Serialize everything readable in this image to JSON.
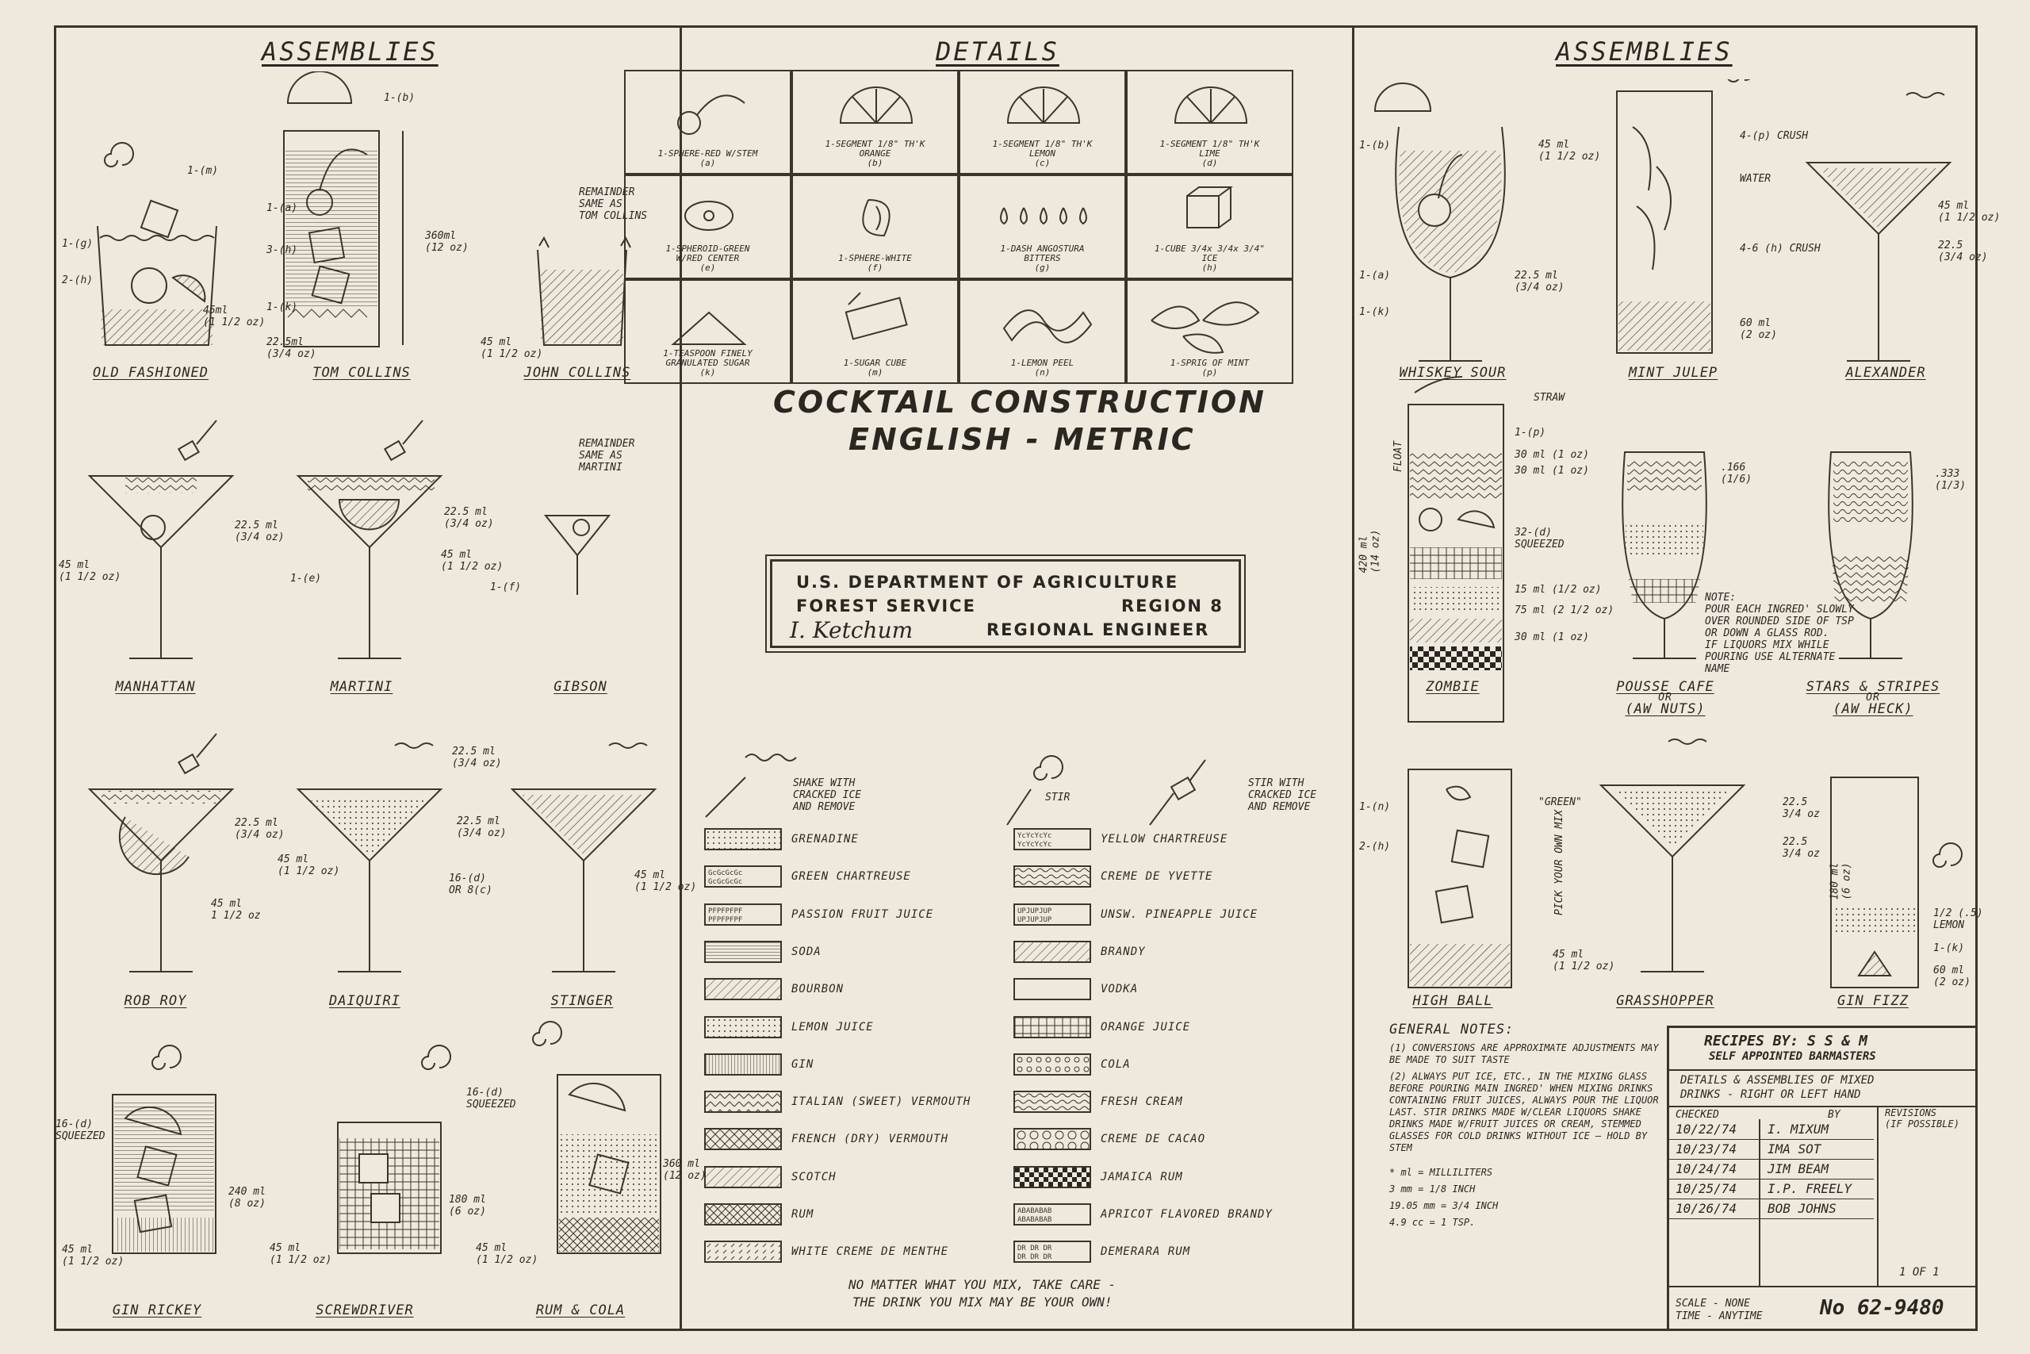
{
  "headers": {
    "left": "ASSEMBLIES",
    "middle": "DETAILS",
    "right": "ASSEMBLIES"
  },
  "left_drinks": {
    "old_fashioned": "OLD FASHIONED",
    "tom_collins": "TOM COLLINS",
    "john_collins": "JOHN COLLINS",
    "manhattan": "MANHATTAN",
    "martini": "MARTINI",
    "gibson": "GIBSON",
    "rob_roy": "ROB ROY",
    "daiquiri": "DAIQUIRI",
    "stinger": "STINGER",
    "gin_rickey": "GIN RICKEY",
    "screwdriver": "SCREWDRIVER",
    "rum_cola": "RUM & COLA"
  },
  "right_drinks": {
    "whiskey_sour": "WHISKEY SOUR",
    "mint_julep": "MINT JULEP",
    "alexander": "ALEXANDER",
    "zombie": "ZOMBIE",
    "pousse_cafe": "POUSSE CAFE",
    "pousse_cafe_sub": "(AW NUTS)",
    "stars_stripes": "STARS & STRIPES",
    "stars_stripes_sub": "(AW HECK)",
    "or": "OR",
    "high_ball": "HIGH BALL",
    "grasshopper": "GRASSHOPPER",
    "gin_fizz": "GIN FIZZ"
  },
  "annotations": {
    "john_collins_note": "REMAINDER\nSAME AS\nTOM COLLINS",
    "gibson_note": "REMAINDER\nSAME AS\nMARTINI",
    "tom_collins_vol": "360ml\n(12 oz)",
    "tom_collins_base": "22.5ml\n(3/4 oz)",
    "old_fashioned_base": "45ml\n(1 1/2 oz)",
    "john_collins_base": "45 ml\n(1 1/2 oz)",
    "manhattan_a": "22.5 ml\n(3/4 oz)",
    "manhattan_b": "45 ml\n(1 1/2 oz)",
    "martini_a": "22.5 ml\n(3/4 oz)",
    "martini_b": "45 ml\n(1 1/2 oz)",
    "rob_roy_a": "22.5 ml\n(3/4 oz)",
    "rob_roy_b": "45 ml\n1 1/2 oz",
    "daiquiri_a": "22.5 ml\n(3/4 oz)",
    "daiquiri_b": "45 ml\n(1 1/2 oz)",
    "daiquiri_c": "16-(d)\nOR 8(c)",
    "stinger_a": "22.5 ml\n(3/4 oz)",
    "stinger_b": "45 ml\n(1 1/2 oz)",
    "gin_rickey_a": "16-(d)\nSQUEEZED",
    "gin_rickey_b": "45 ml\n(1 1/2 oz)",
    "gin_rickey_vol": "240 ml\n(8 oz)",
    "screwdriver_a": "45 ml\n(1 1/2 oz)",
    "screwdriver_vol": "180 ml\n(6 oz)",
    "rum_cola_a": "16-(d)\nSQUEEZED",
    "rum_cola_b": "45 ml\n(1 1/2 oz)",
    "rum_cola_vol": "360 ml\n(12 oz)",
    "whiskey_sour_a": "45 ml\n(1 1/2 oz)",
    "whiskey_sour_b": "22.5 ml\n(3/4 oz)",
    "mint_julep_a": "4-(p) CRUSH",
    "mint_julep_b": "WATER",
    "mint_julep_c": "4-6 (h) CRUSH",
    "mint_julep_d": "60 ml\n(2 oz)",
    "alexander_a": "45 ml\n(1 1/2 oz)",
    "alexander_b": "22.5\n(3/4 oz)",
    "zombie_float": "FLOAT",
    "zombie_vol": "420 ml\n(14 oz)",
    "zombie_straw": "STRAW",
    "zombie_a": "30 ml (1 oz)",
    "zombie_b": "32-(d)\nSQUEEZED",
    "zombie_c": "15 ml (1/2 oz)",
    "zombie_d": "75 ml (2 1/2 oz)",
    "zombie_e": "30 ml (1 oz)",
    "pousse_note": "NOTE:\nPOUR EACH INGRED' SLOWLY\nOVER ROUNDED SIDE OF TSP\nOR DOWN A GLASS ROD.\nIF LIQUORS MIX WHILE\nPOURING USE ALTERNATE\nNAME",
    "pousse_frac": ".166\n(1/6)",
    "stars_frac": ".333\n(1/3)",
    "high_ball_green": "\"GREEN\"",
    "high_ball_pick": "PICK YOUR OWN MIX",
    "high_ball_a": "45 ml\n(1 1/2 oz)",
    "grasshopper_a": "22.5\n3/4 oz",
    "gin_fizz_vol": "180 ml\n(6 oz)",
    "gin_fizz_a": "1/2 (.5)\nLEMON",
    "gin_fizz_b": "60 ml\n(2 oz)",
    "ref_m": "1-(m)",
    "ref_b": "1-(b)",
    "ref_a": "1-(a)",
    "ref_g": "1-(g)",
    "ref_h2": "2-(h)",
    "ref_h3": "3-(h)",
    "ref_k": "1-(k)",
    "ref_e": "1-(e)",
    "ref_f": "1-(f)",
    "ref_n": "1-(n)",
    "ref_p": "1-(p)"
  },
  "details": [
    {
      "code": "a",
      "caption": "1-SPHERE-RED W/STEM\n(a)"
    },
    {
      "code": "b",
      "caption": "1-SEGMENT 1/8\" TH'K\nORANGE\n(b)"
    },
    {
      "code": "c",
      "caption": "1-SEGMENT 1/8\" TH'K\nLEMON\n(c)"
    },
    {
      "code": "d",
      "caption": "1-SEGMENT 1/8\" TH'K\nLIME\n(d)"
    },
    {
      "code": "e",
      "caption": "1-SPHEROID-GREEN\nW/RED CENTER\n(e)"
    },
    {
      "code": "f",
      "caption": "1-SPHERE-WHITE\n(f)"
    },
    {
      "code": "g",
      "caption": "1-DASH ANGOSTURA\nBITTERS\n(g)"
    },
    {
      "code": "h",
      "caption": "1-CUBE 3/4x 3/4x 3/4\"\nICE\n(h)"
    },
    {
      "code": "k",
      "caption": "1-TEASPOON FINELY\nGRANULATED SUGAR\n(k)"
    },
    {
      "code": "m",
      "caption": "1-SUGAR CUBE\n(m)"
    },
    {
      "code": "n",
      "caption": "1-LEMON PEEL\n(n)"
    },
    {
      "code": "p",
      "caption": "1-SPRIG OF MINT\n(p)"
    }
  ],
  "title": {
    "line1": "COCKTAIL CONSTRUCTION",
    "line2": "ENGLISH - METRIC"
  },
  "agency": {
    "line1": "U.S. DEPARTMENT OF AGRICULTURE",
    "line2a": "FOREST SERVICE",
    "line2b": "REGION 8",
    "signature": "I. Ketchum",
    "line3": "REGIONAL ENGINEER"
  },
  "methods": {
    "shake": "SHAKE WITH\nCRACKED ICE\nAND REMOVE",
    "stir": "STIR",
    "stir_with": "STIR WITH\nCRACKED ICE\nAND REMOVE"
  },
  "legend_left": [
    {
      "label": "GRENADINE",
      "pattern": "dots"
    },
    {
      "label": "GREEN CHARTREUSE",
      "pattern": "text-gc"
    },
    {
      "label": "PASSION FRUIT JUICE",
      "pattern": "text-pf"
    },
    {
      "label": "SODA",
      "pattern": "hlines"
    },
    {
      "label": "BOURBON",
      "pattern": "diag"
    },
    {
      "label": "LEMON JUICE",
      "pattern": "dots"
    },
    {
      "label": "GIN",
      "pattern": "vlines"
    },
    {
      "label": "ITALIAN (SWEET) VERMOUTH",
      "pattern": "zigzag"
    },
    {
      "label": "FRENCH (DRY) VERMOUTH",
      "pattern": "zigzag2"
    },
    {
      "label": "SCOTCH",
      "pattern": "diag"
    },
    {
      "label": "RUM",
      "pattern": "cross"
    },
    {
      "label": "WHITE CREME DE MENTHE",
      "pattern": "ticks"
    }
  ],
  "legend_right": [
    {
      "label": "YELLOW CHARTREUSE",
      "pattern": "text-yc"
    },
    {
      "label": "CREME DE YVETTE",
      "pattern": "wave"
    },
    {
      "label": "UNSW. PINEAPPLE JUICE",
      "pattern": "text-up"
    },
    {
      "label": "BRANDY",
      "pattern": "diag"
    },
    {
      "label": "VODKA",
      "pattern": "blank"
    },
    {
      "label": "ORANGE JUICE",
      "pattern": "grid"
    },
    {
      "label": "COLA",
      "pattern": "loops"
    },
    {
      "label": "FRESH CREAM",
      "pattern": "wave"
    },
    {
      "label": "CREME DE CACAO",
      "pattern": "circles"
    },
    {
      "label": "JAMAICA RUM",
      "pattern": "checker"
    },
    {
      "label": "APRICOT FLAVORED BRANDY",
      "pattern": "text-ab"
    },
    {
      "label": "DEMERARA RUM",
      "pattern": "text-dr"
    }
  ],
  "footer_note": {
    "line1": "NO MATTER WHAT YOU MIX, TAKE CARE -",
    "line2": "THE DRINK YOU MIX MAY BE YOUR OWN!"
  },
  "general_notes": {
    "heading": "GENERAL NOTES:",
    "n1": "(1) CONVERSIONS ARE APPROXIMATE ADJUSTMENTS MAY BE MADE TO SUIT TASTE",
    "n2": "(2) ALWAYS PUT ICE, ETC., IN THE MIXING GLASS BEFORE POURING MAIN INGRED' WHEN MIXING DRINKS CONTAINING FRUIT JUICES, ALWAYS POUR THE LIQUOR LAST. STIR DRINKS MADE W/CLEAR LIQUORS SHAKE DRINKS MADE W/FRUIT JUICES OR CREAM, STEMMED GLASSES FOR COLD DRINKS WITHOUT ICE — HOLD BY STEM",
    "c1": "* ml = MILLILITERS",
    "c2": "3 mm = 1/8 INCH",
    "c3": "19.05 mm = 3/4 INCH",
    "c4": "4.9 cc = 1 TSP."
  },
  "title_block": {
    "recipes": "RECIPES BY: S S & M",
    "barmasters": "SELF APPOINTED BARMASTERS",
    "desc1": "DETAILS & ASSEMBLIES OF MIXED",
    "desc2": "DRINKS - RIGHT OR LEFT HAND",
    "checked": "CHECKED",
    "by": "BY",
    "revisions": "REVISIONS\n(IF POSSIBLE)",
    "rows": [
      {
        "date": "10/22/74",
        "name": "I. MIXUM"
      },
      {
        "date": "10/23/74",
        "name": "IMA SOT"
      },
      {
        "date": "10/24/74",
        "name": "JIM BEAM"
      },
      {
        "date": "10/25/74",
        "name": "I.P. FREELY"
      },
      {
        "date": "10/26/74",
        "name": "BOB JOHNS"
      }
    ],
    "sheet": "1 OF 1",
    "scale": "SCALE - NONE",
    "time": "TIME - ANYTIME",
    "number": "No 62-9480"
  }
}
